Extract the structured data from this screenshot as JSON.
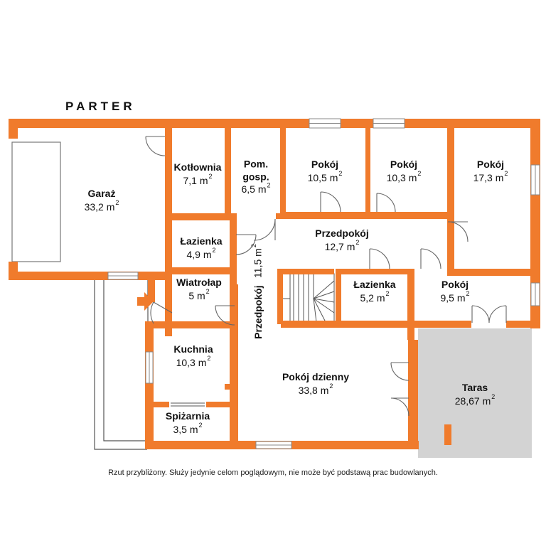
{
  "title": "PARTER",
  "unit": "m",
  "unit_power": "2",
  "rooms": [
    {
      "id": "garaz",
      "name": "Garaż",
      "area": "33,2"
    },
    {
      "id": "kotlownia",
      "name": "Kotłownia",
      "area": "7,1"
    },
    {
      "id": "pomgosp",
      "name": "Pom. gosp.",
      "name_l1": "Pom.",
      "name_l2": "gosp.",
      "area": "6,5"
    },
    {
      "id": "pokoj1",
      "name": "Pokój",
      "area": "10,5"
    },
    {
      "id": "pokoj2",
      "name": "Pokój",
      "area": "10,3"
    },
    {
      "id": "pokoj3",
      "name": "Pokój",
      "area": "17,3"
    },
    {
      "id": "lazienka1",
      "name": "Łazienka",
      "area": "4,9"
    },
    {
      "id": "przedpokoj1",
      "name": "Przedpokój",
      "area": "12,7"
    },
    {
      "id": "wiatrolap",
      "name": "Wiatrołap",
      "area": "5"
    },
    {
      "id": "przedpokoj2",
      "name": "Przedpokój",
      "area": "11,5"
    },
    {
      "id": "lazienka2",
      "name": "Łazienka",
      "area": "5,2"
    },
    {
      "id": "pokoj4",
      "name": "Pokój",
      "area": "9,5"
    },
    {
      "id": "kuchnia",
      "name": "Kuchnia",
      "area": "10,3"
    },
    {
      "id": "pokojdzienny",
      "name": "Pokój dzienny",
      "area": "33,8"
    },
    {
      "id": "spizarnia",
      "name": "Spiżarnia",
      "area": "3,5"
    },
    {
      "id": "taras",
      "name": "Taras",
      "area": "28,67"
    }
  ],
  "colors": {
    "wall": "#f07b2c",
    "terrace": "#d3d3d3",
    "window": "#9a9a9a",
    "line": "#555555"
  },
  "note": "Rzut przybliżony. Służy jedynie celom poglądowym, nie może być podstawą prac budowlanych."
}
